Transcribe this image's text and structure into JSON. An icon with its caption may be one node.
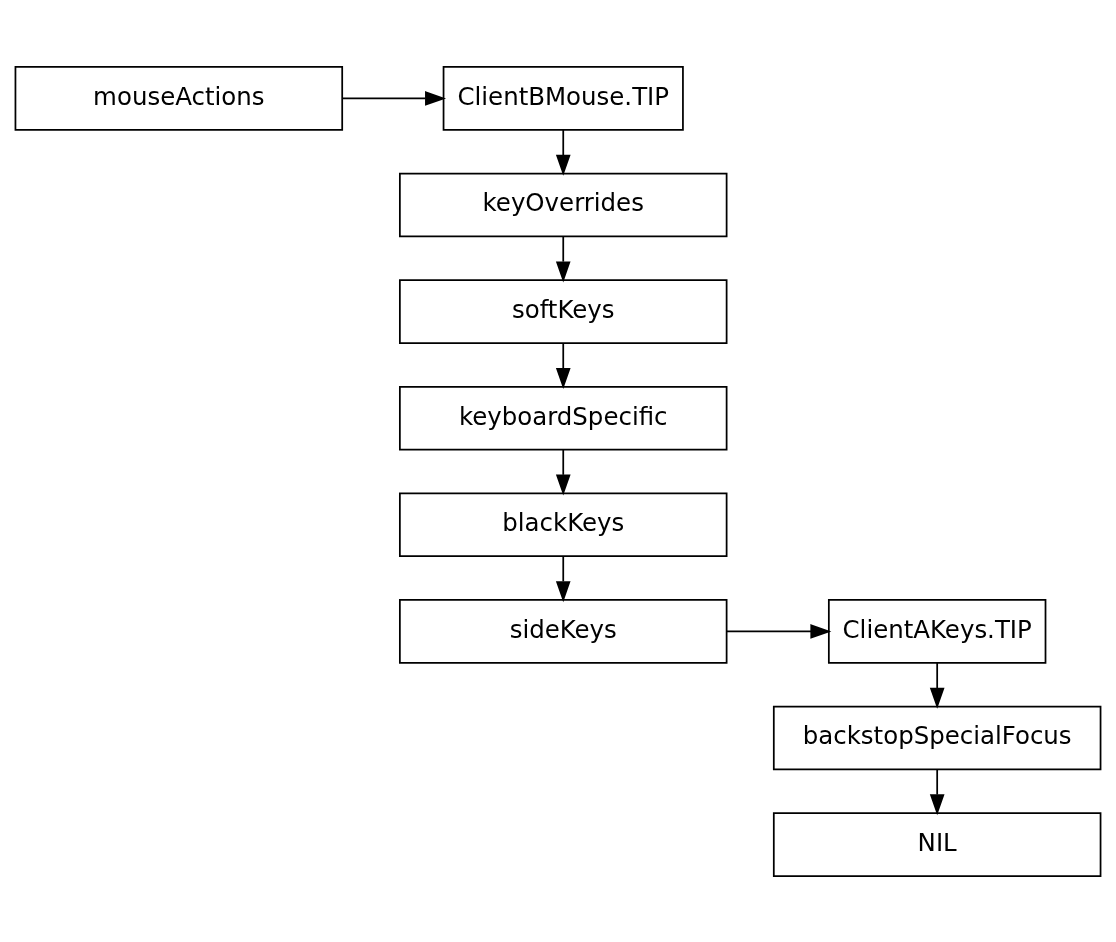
{
  "diagram": {
    "nodes": [
      {
        "text": [
          "mouseActions"
        ]
      },
      {
        "text": [
          "ClientBMouse.TIP"
        ]
      },
      {
        "text": [
          "keyOverrides"
        ]
      },
      {
        "text": [
          "softKeys"
        ]
      },
      {
        "text": [
          "keyboardSpecific"
        ]
      },
      {
        "text": [
          "blackKeys"
        ]
      },
      {
        "text": [
          "sideKeys"
        ]
      },
      {
        "text": [
          "ClientAKeys.TIP"
        ]
      },
      {
        "text": [
          "backstopSpecialFocus"
        ]
      },
      {
        "text": [
          "NIL"
        ]
      }
    ],
    "edges": [
      {
        "from": 0,
        "to": 1,
        "arrow": "to"
      },
      {
        "from": 1,
        "to": 2,
        "arrow": "to"
      },
      {
        "from": 2,
        "to": 3,
        "arrow": "to"
      },
      {
        "from": 3,
        "to": 4,
        "arrow": "to"
      },
      {
        "from": 4,
        "to": 5,
        "arrow": "to"
      },
      {
        "from": 5,
        "to": 6,
        "arrow": "to"
      },
      {
        "from": 6,
        "to": 7,
        "arrow": "to"
      },
      {
        "from": 7,
        "to": 8,
        "arrow": "to"
      },
      {
        "from": 8,
        "to": 9,
        "arrow": "to"
      }
    ]
  }
}
